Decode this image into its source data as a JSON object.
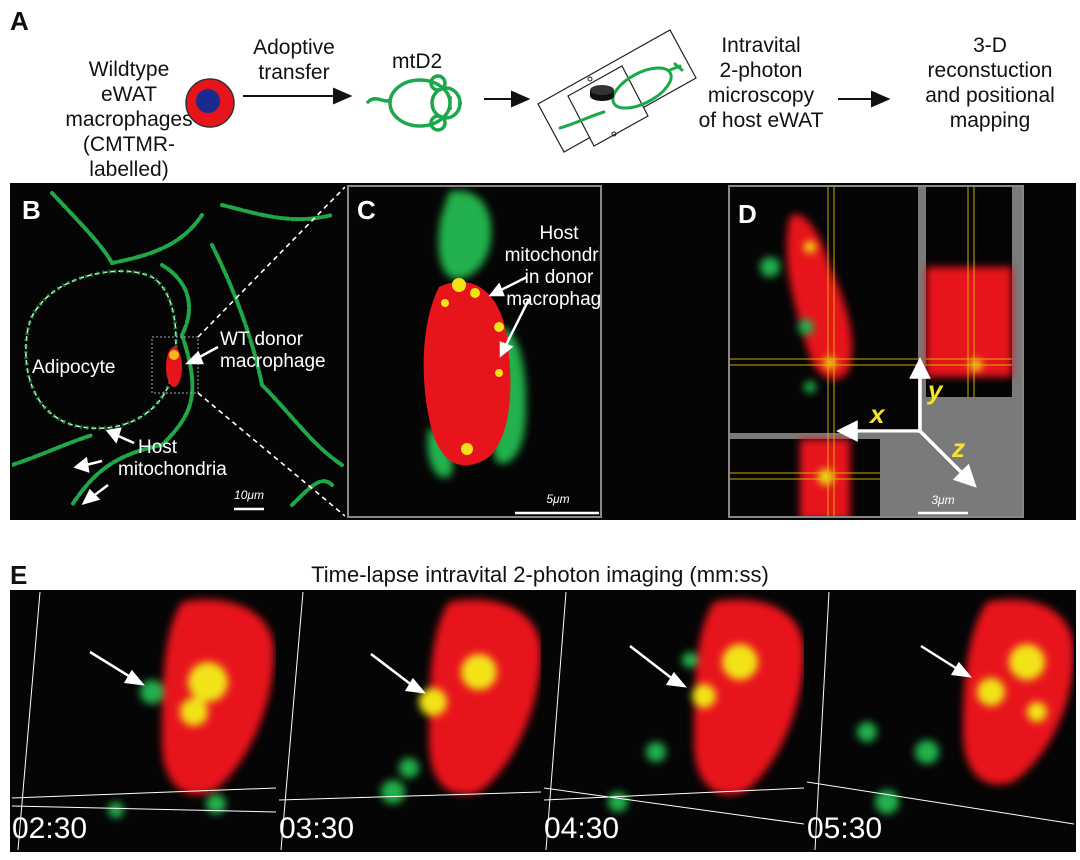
{
  "panelA": {
    "letter": "A",
    "step1": [
      "Wildtype",
      "eWAT",
      "macrophages",
      "(CMTMR-labelled)"
    ],
    "step2": [
      "Adoptive",
      "transfer"
    ],
    "mouse_label": "mtD2",
    "step4": [
      "Intravital",
      "2-photon",
      "microscopy",
      "of host eWAT"
    ],
    "step5": [
      "3-D",
      "reconstuction",
      "and positional",
      "mapping"
    ]
  },
  "panelB": {
    "letter": "B",
    "adipocyte": "Adipocyte",
    "donor": [
      "WT donor",
      "macrophage"
    ],
    "host": [
      "Host",
      "mitochondria"
    ],
    "scale": "10μm"
  },
  "panelC": {
    "letter": "C",
    "label": [
      "Host",
      "mitochondria",
      "in donor",
      "macrophage"
    ],
    "scale": "5μm"
  },
  "panelD": {
    "letter": "D",
    "axis_x": "x",
    "axis_y": "y",
    "axis_z": "z",
    "scale": "3μm"
  },
  "panelE": {
    "letter": "E",
    "title": "Time-lapse intravital 2-photon imaging (mm:ss)",
    "frames": [
      {
        "time": "02:30"
      },
      {
        "time": "03:30"
      },
      {
        "time": "04:30"
      },
      {
        "time": "05:30"
      }
    ]
  },
  "colors": {
    "mito_green": "#22b14c",
    "donor_red": "#e8141c",
    "overlap_yellow": "#f2e318",
    "axis_yellow": "#f7e12a"
  }
}
